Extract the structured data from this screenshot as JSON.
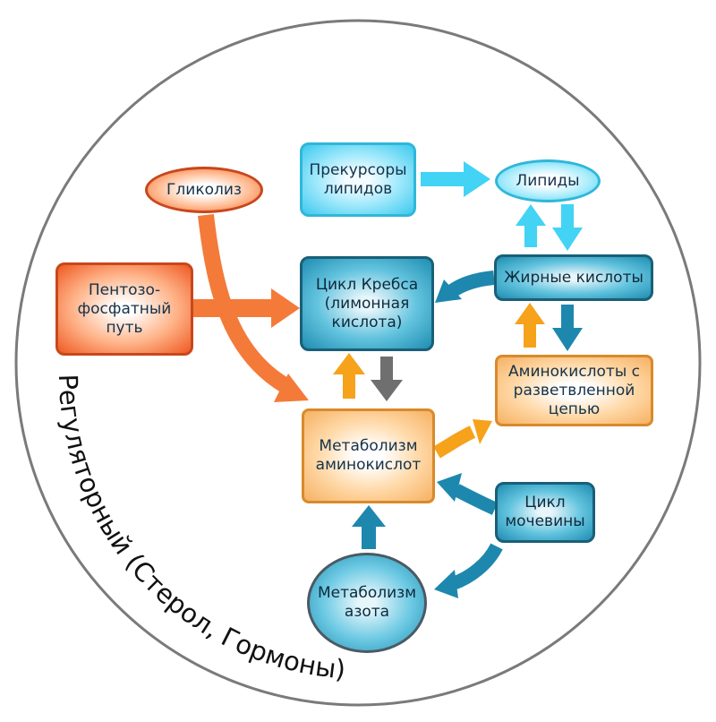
{
  "nodes": {
    "glycolysis": "Гликолиз",
    "pentose": "Пентозо-\nфосфатный\nпуть",
    "lipid_precursors": "Прекурсоры\nлипидов",
    "lipids": "Липиды",
    "krebs": "Цикл Кребса\n(лимонная\nкислота)",
    "fatty_acids": "Жирные кислоты",
    "bcaa": "Аминокислоты с\nразветвленной\nцепью",
    "amino_metabolism": "Метаболизм\nаминокислот",
    "urea_cycle": "Цикл\nмочевины",
    "nitrogen_metabolism": "Метаболизм\nазота"
  },
  "ring_label": "Регуляторный (Стерол, Гормоны)",
  "colors": {
    "orange_arrow": "#f47a3a",
    "cyan_arrow": "#42d3f5",
    "teal_arrow": "#1e87ae",
    "gray_arrow": "#6f6f6f",
    "amber_arrow": "#f6a21b",
    "ring": "#7a7a7a"
  }
}
